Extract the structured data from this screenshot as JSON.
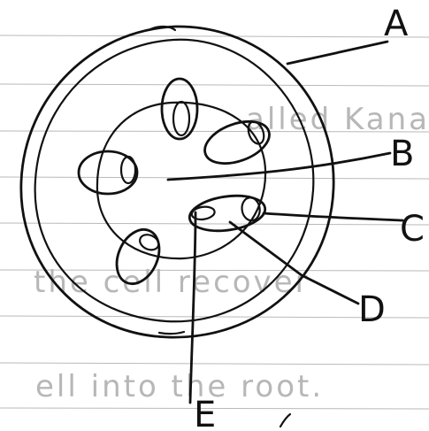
{
  "labels": {
    "a": "A",
    "b": "B",
    "c": "C",
    "d": "D",
    "e": "E"
  },
  "background_text": {
    "line1": "alled Kanal - Ov",
    "line2": "the cell recover",
    "line3": "ell into the root."
  },
  "colors": {
    "ink": "#111111",
    "paper_lines": "#b9b9b9",
    "bleed_text": "#b7b7b7"
  }
}
